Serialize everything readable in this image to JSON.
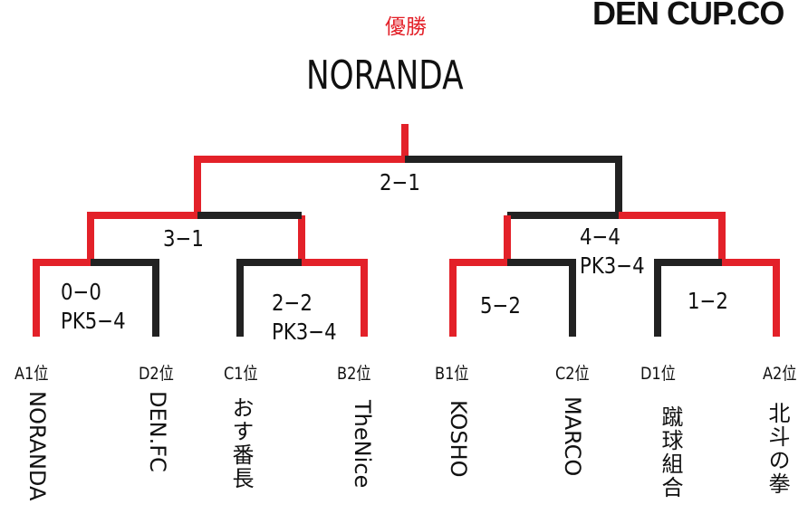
{
  "brand": {
    "logo_text": "DEN CUP.CO"
  },
  "champion": {
    "label": "優勝",
    "name": "NORANDA"
  },
  "colors": {
    "winner": "#e32129",
    "loser": "#222222"
  },
  "matches": {
    "final": {
      "score": "2−1"
    },
    "semi_left": {
      "score": "3−1"
    },
    "semi_right": {
      "score": "4−4\nPK3−4"
    },
    "qf1": {
      "score": "0−0\nPK5−4"
    },
    "qf2": {
      "score": "2−2\nPK3−4"
    },
    "qf3": {
      "score": "5−2"
    },
    "qf4": {
      "score": "1−2"
    }
  },
  "teams": [
    {
      "seed": "A1位",
      "name": "NORANDA"
    },
    {
      "seed": "D2位",
      "name": "DEN.FC"
    },
    {
      "seed": "C1位",
      "name": "おす番長"
    },
    {
      "seed": "B2位",
      "name": "TheNice"
    },
    {
      "seed": "B1位",
      "name": "KOSHO"
    },
    {
      "seed": "C2位",
      "name": "MARCO"
    },
    {
      "seed": "D1位",
      "name": "蹴球組合"
    },
    {
      "seed": "A2位",
      "name": "北斗の拳"
    }
  ]
}
